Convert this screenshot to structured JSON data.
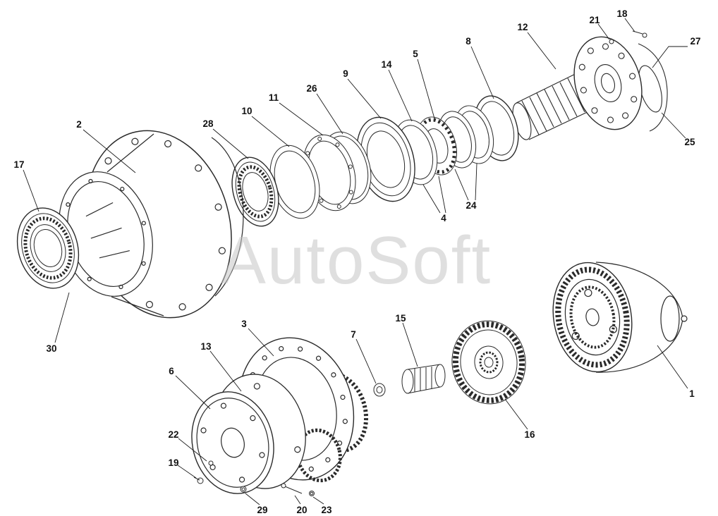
{
  "watermark": "AutoSoft",
  "callouts": {
    "p1": "1",
    "p2": "2",
    "p3": "3",
    "p4": "4",
    "p5": "5",
    "p6": "6",
    "p7": "7",
    "p8": "8",
    "p9": "9",
    "p10": "10",
    "p11": "11",
    "p12": "12",
    "p13": "13",
    "p14": "14",
    "p15": "15",
    "p16": "16",
    "p17": "17",
    "p18": "18",
    "p19": "19",
    "p20": "20",
    "p21": "21",
    "p22": "22",
    "p23": "23",
    "p24": "24",
    "p25": "25",
    "p26": "26",
    "p27": "27",
    "p28": "28",
    "p29": "29",
    "p30": "30"
  },
  "colors": {
    "line": "#2a2a2a",
    "watermark": "#c6c6c6",
    "background": "#ffffff"
  }
}
